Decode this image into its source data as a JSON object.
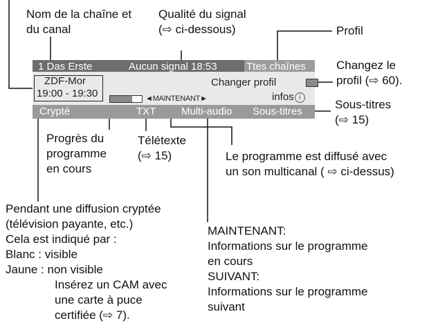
{
  "banner": {
    "channel": "1 Das Erste",
    "signal": "Aucun signal 18:53",
    "profile": "Ttes chaînes",
    "program_name": "ZDF-Mor",
    "program_time": "19:00 - 19:30",
    "change_profile": "Changer profil",
    "now": "◄MAINTENANT►",
    "infos": "infos",
    "info_glyph": "i",
    "progress_fraction": 0.7,
    "crypted": "Crypté",
    "txt": "TXT",
    "multi_audio": "Multi-audio",
    "subtitles": "Sous-titres"
  },
  "callouts": {
    "channel_name_l1": "Nom de la chaîne et",
    "channel_name_l2": "du canal",
    "signal_quality_l1": "Qualité du signal",
    "signal_quality_l2": "(⇨ ci-dessous)",
    "profile": "Profil",
    "change_profile_l1": "Changez le",
    "change_profile_l2": "profil (⇨ 60).",
    "subtitles_l1": "Sous-titres",
    "subtitles_l2": "(⇨ 15)",
    "progress_l1": "Progrès du",
    "progress_l2": "programme",
    "progress_l3": "en cours",
    "teletext_l1": "Télétexte",
    "teletext_l2": "(⇨ 15)",
    "multichannel_l1": "Le programme est diffusé avec",
    "multichannel_l2": "un son multicanal ( ⇨ ci-dessus)",
    "crypted_l1": "Pendant une diffusion cryptée",
    "crypted_l2": "(télévision payante, etc.)",
    "crypted_l3": "Cela est indiqué par :",
    "crypted_l4": "Blanc : visible",
    "crypted_l5": "Jaune : non visible",
    "crypted_l6": "Insérez un CAM avec",
    "crypted_l7": "une carte à puce",
    "crypted_l8": "certifiée (⇨ 7).",
    "now_l1": "MAINTENANT:",
    "now_l2": "Informations sur le programme",
    "now_l3": "en cours",
    "now_l4": "SUIVANT:",
    "now_l5": "Informations sur le programme",
    "now_l6": "suivant"
  }
}
